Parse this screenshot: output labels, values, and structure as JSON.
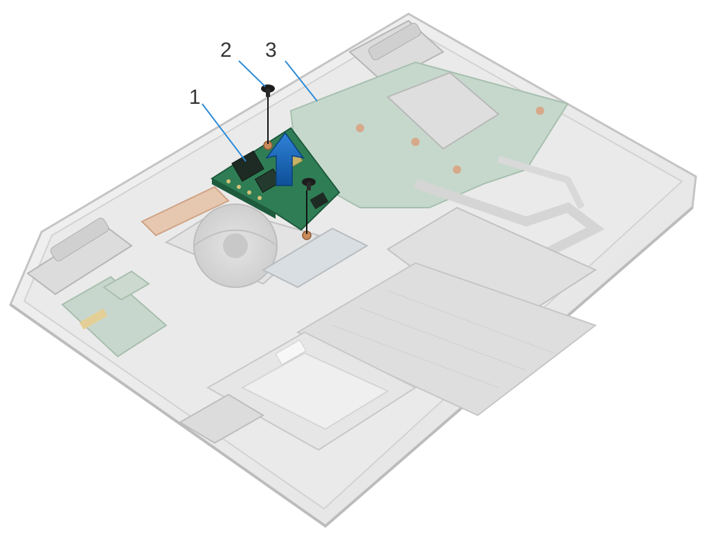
{
  "callouts": [
    {
      "id": "1",
      "label": "1"
    },
    {
      "id": "2",
      "label": "2"
    },
    {
      "id": "3",
      "label": "3"
    }
  ],
  "colors": {
    "chassis": "#ededed",
    "chassis_edge": "#c9c9c9",
    "board_green": "#2f7d55",
    "board_green_faded": "#b9cfc2",
    "arrow_blue": "#1a64b4",
    "leader_blue": "#2b8ad6",
    "copper": "#c98a5a"
  }
}
